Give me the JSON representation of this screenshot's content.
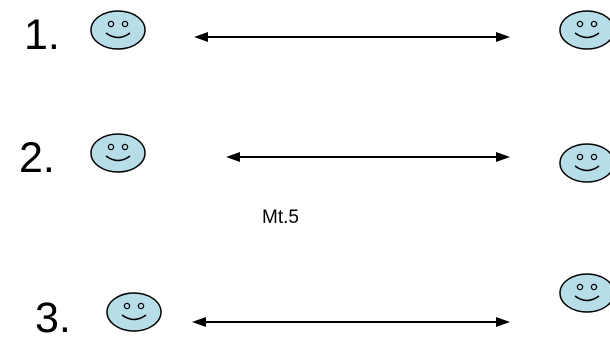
{
  "rows": [
    {
      "number": "1."
    },
    {
      "number": "2."
    },
    {
      "number": "3."
    }
  ],
  "note": "Mt.5",
  "colors": {
    "face_fill": "#b7dde8",
    "face_stroke": "#000000",
    "arrow": "#000000",
    "text": "#000000",
    "background": "#ffffff"
  },
  "icons": [
    "smiley-face-icon",
    "double-headed-arrow-icon"
  ]
}
